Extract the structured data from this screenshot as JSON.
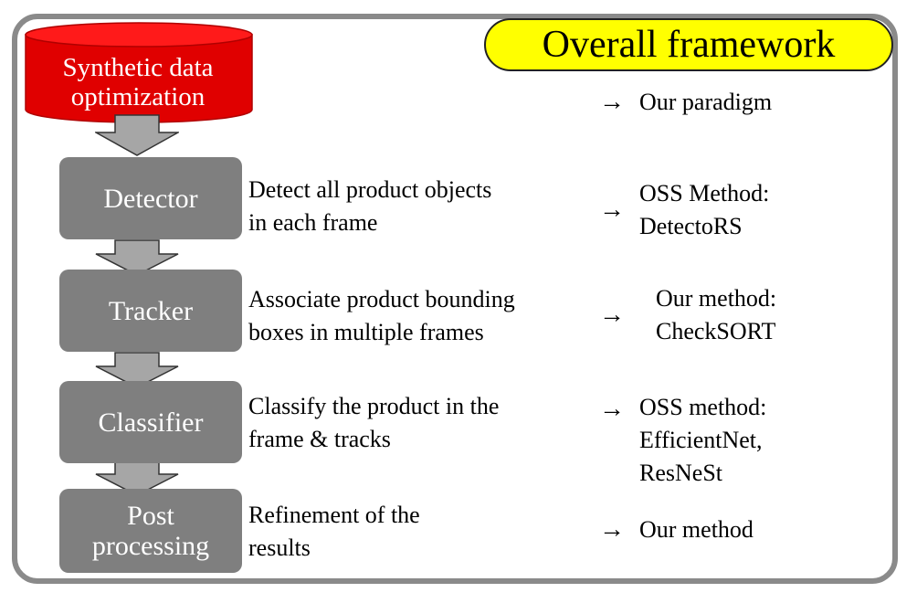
{
  "title": "Overall framework",
  "top_block": {
    "label": "Synthetic data optimization",
    "line1": "Synthetic data",
    "line2": "optimization",
    "color": "#e00000"
  },
  "arrow_symbol": "→",
  "box_color": "#7f7f7f",
  "steps": [
    {
      "name": "Detector",
      "desc1": "Detect all product objects",
      "desc2": "in each frame",
      "result1": "OSS Method:",
      "result2": "DetectoRS",
      "result3": ""
    },
    {
      "name": "Tracker",
      "desc1": "Associate product bounding",
      "desc2": "boxes in multiple frames",
      "result1": "Our method:",
      "result2": "CheckSORT",
      "result3": ""
    },
    {
      "name": "Classifier",
      "desc1": "Classify the product in the",
      "desc2": "frame & tracks",
      "result1": "OSS method:",
      "result2": "EfficientNet,",
      "result3": "ResNeSt"
    },
    {
      "name": "Post processing",
      "name1": "Post",
      "name2": "processing",
      "desc1": "Refinement of the",
      "desc2": "results",
      "result1": "Our method",
      "result2": "",
      "result3": ""
    }
  ],
  "paradigm": "Our paradigm"
}
